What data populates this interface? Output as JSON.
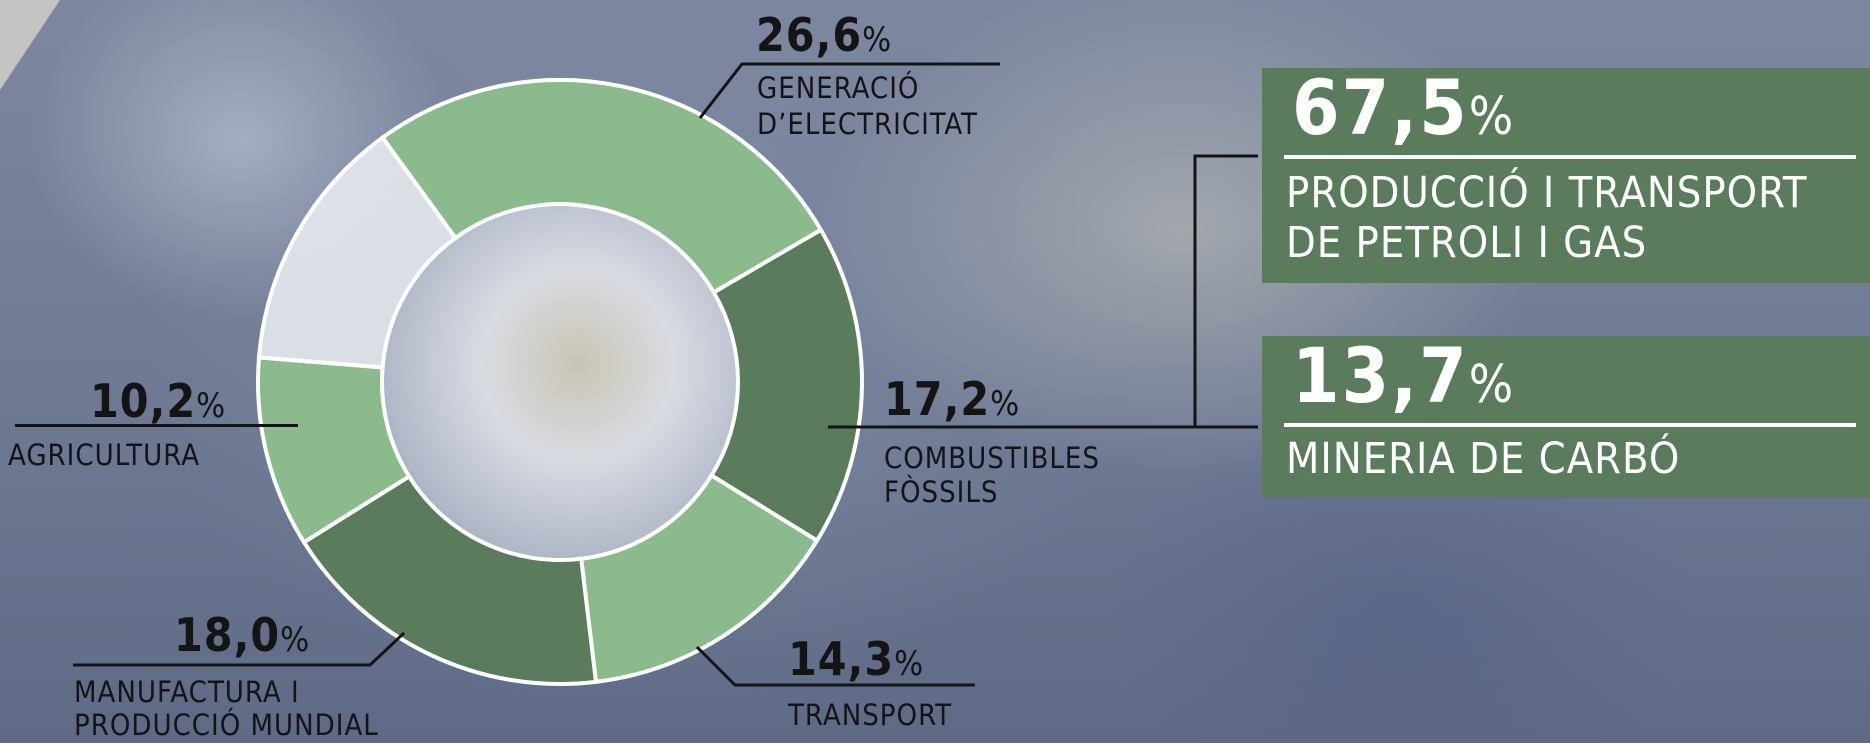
{
  "chart_data": {
    "type": "donut",
    "slices": [
      {
        "value": 26.6,
        "label_line1": "GENERACIÓ",
        "label_line2": "D’ELECTRICITAT",
        "color": "#8bbb8d"
      },
      {
        "value": 17.2,
        "label_line1": "COMBUSTIBLES",
        "label_line2": "FÒSSILS",
        "color": "#5a7c5c"
      },
      {
        "value": 14.3,
        "label_line1": "TRANSPORT",
        "label_line2": "",
        "color": "#8bbb8d"
      },
      {
        "value": 18.0,
        "label_line1": "MANUFACTURA I",
        "label_line2": "PRODUCCIÓ MUNDIAL",
        "color": "#5a7c5c"
      },
      {
        "value": 10.2,
        "label_line1": "AGRICULTURA",
        "label_line2": "",
        "color": "#8bbb8d"
      },
      {
        "value": 13.7,
        "label_line1": "",
        "label_line2": "",
        "color": "#eceef2"
      }
    ],
    "breakdown": {
      "of": "COMBUSTIBLES FÒSSILS",
      "items": [
        {
          "value": 67.5,
          "label_line1": "PRODUCCIÓ I TRANSPORT",
          "label_line2": "DE PETROLI I GAS"
        },
        {
          "value": 13.7,
          "label_line1": "MINERIA DE CARBÓ",
          "label_line2": ""
        }
      ]
    }
  },
  "labels": {
    "electricitat": {
      "pct": "26,6",
      "sign": "%",
      "line1": "GENERACIÓ",
      "line2": "D’ELECTRICITAT"
    },
    "combustibles": {
      "pct": "17,2",
      "sign": "%",
      "line1": "COMBUSTIBLES",
      "line2": "FÒSSILS"
    },
    "transport": {
      "pct": "14,3",
      "sign": "%",
      "line1": "TRANSPORT"
    },
    "manufactura": {
      "pct": "18,0",
      "sign": "%",
      "line1": "MANUFACTURA I",
      "line2": "PRODUCCIÓ MUNDIAL"
    },
    "agricultura": {
      "pct": "10,2",
      "sign": "%",
      "line1": "AGRICULTURA"
    },
    "petroli_gas": {
      "pct": "67,5",
      "sign": "%",
      "line1": "PRODUCCIÓ I TRANSPORT",
      "line2": "DE PETROLI I GAS"
    },
    "carbo": {
      "pct": "13,7",
      "sign": "%",
      "line1": "MINERIA DE CARBÓ"
    }
  },
  "colors": {
    "light_green": "#8bbb8d",
    "dark_green": "#5a7c5c",
    "box_green": "#5a7c5c",
    "ink": "#141414"
  }
}
